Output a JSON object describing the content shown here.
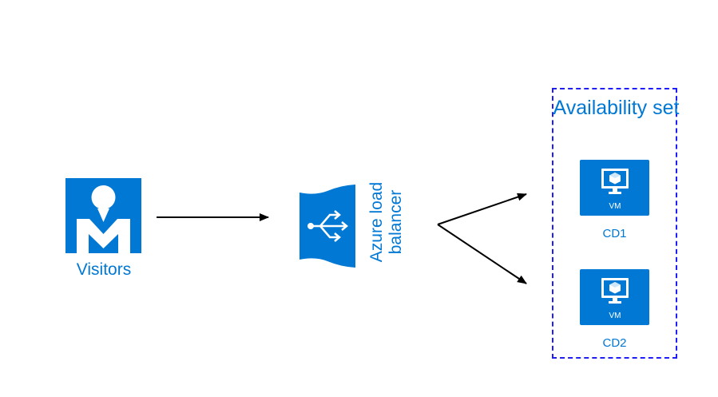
{
  "colors": {
    "accent": "#0078d4",
    "dashed_border": "#1f1ff5",
    "arrow": "#000000"
  },
  "visitors": {
    "label": "Visitors",
    "icon": "user-icon"
  },
  "load_balancer": {
    "label": "Azure load balancer",
    "icon": "load-balancer-icon"
  },
  "availability_set": {
    "title": "Availability set",
    "vms": [
      {
        "label": "CD1",
        "badge": "VM",
        "icon": "virtual-machine-icon"
      },
      {
        "label": "CD2",
        "badge": "VM",
        "icon": "virtual-machine-icon"
      }
    ]
  }
}
